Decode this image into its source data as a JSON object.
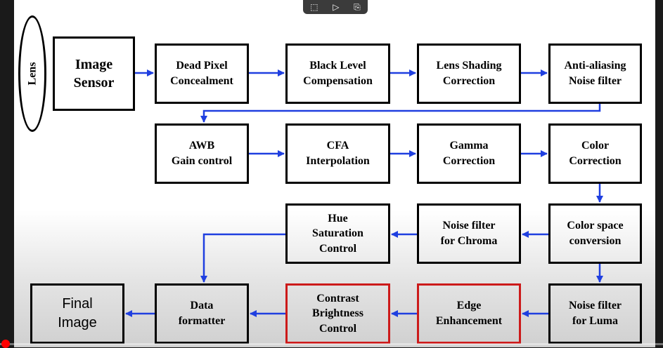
{
  "lens": "Lens",
  "blocks": {
    "image_sensor": "Image\nSensor",
    "dead_pixel": "Dead Pixel\nConcealment",
    "black_level": "Black Level\nCompensation",
    "lens_shading": "Lens Shading\nCorrection",
    "anti_aliasing": "Anti-aliasing\nNoise filter",
    "awb": "AWB\nGain control",
    "cfa": "CFA\nInterpolation",
    "gamma": "Gamma\nCorrection",
    "color_correction": "Color\nCorrection",
    "hue_saturation": "Hue\nSaturation\nControl",
    "noise_chroma": "Noise filter\nfor Chroma",
    "color_space": "Color space\nconversion",
    "final_image": "Final\nImage",
    "data_formatter": "Data\nformatter",
    "contrast_brightness": "Contrast\nBrightness\nControl",
    "edge_enhancement": "Edge\nEnhancement",
    "noise_luma": "Noise filter\nfor Luma"
  },
  "colors": {
    "arrow": "#1f3fe0",
    "highlight_border": "#cc1a1a",
    "box_border": "#000000"
  },
  "player": {
    "icons": [
      "crop-icon",
      "video-sparkle-icon",
      "share-doc-icon"
    ],
    "progress_fraction": 0.0
  }
}
